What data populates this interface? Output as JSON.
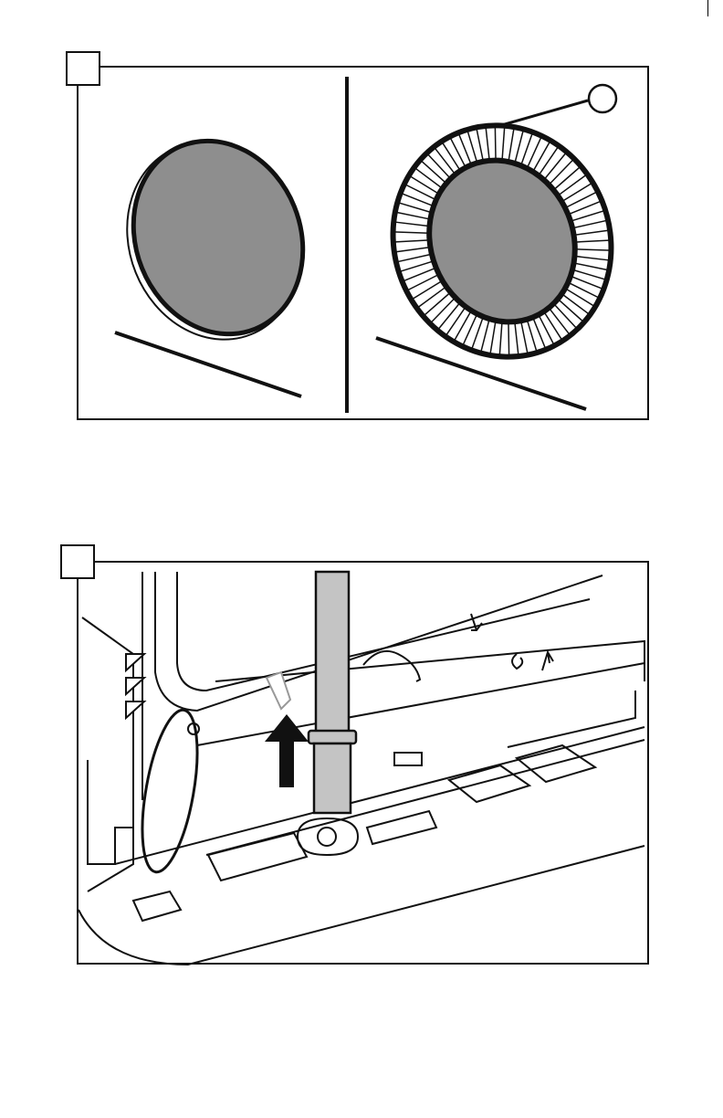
{
  "figures": [
    {
      "step": "",
      "subfigures": [
        "plain-lid",
        "lid-with-ribbed-seal"
      ],
      "callouts": [
        ""
      ]
    },
    {
      "step": "",
      "description_marks": [
        "arrow-up",
        "rod",
        "cap",
        "tie"
      ]
    }
  ],
  "colors": {
    "ink": "#111111",
    "fill_gray": "#8e8e8e",
    "paper": "#ffffff"
  }
}
